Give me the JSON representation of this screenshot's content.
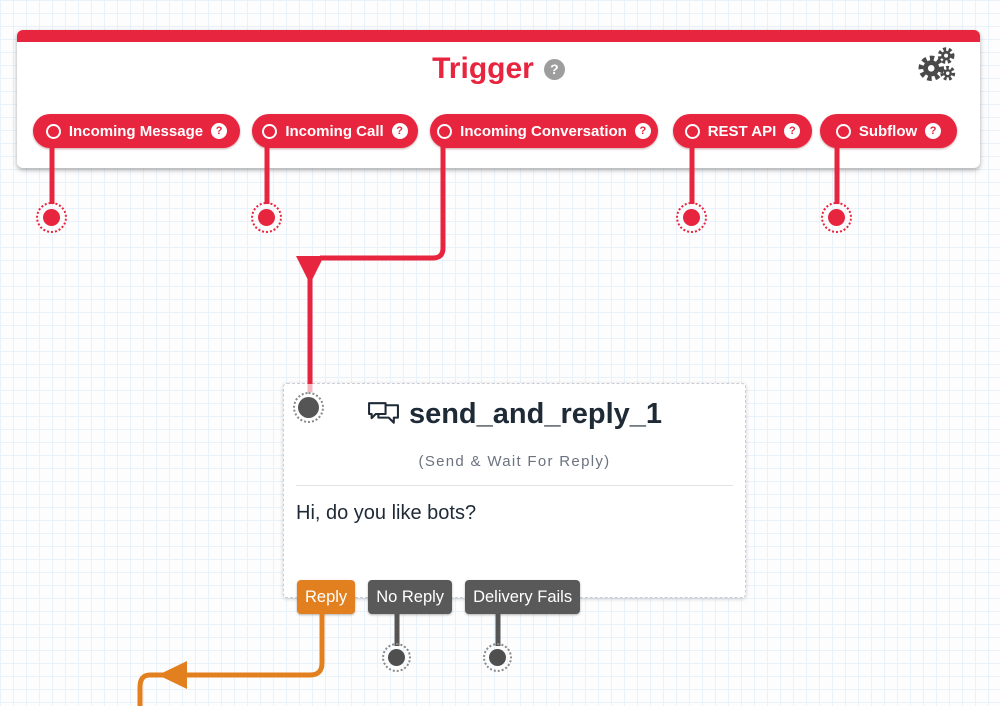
{
  "colors": {
    "red": "#e8253e",
    "orange": "#e2801f",
    "gray_button": "#595959",
    "dark_text": "#1f2a37",
    "muted_text": "#6b7280",
    "grid_line": "#e9f1fa",
    "help_badge_gray": "#9d9d9d",
    "gears_gray": "#4a4a4a"
  },
  "trigger": {
    "title": "Trigger",
    "help_icon": "question-circle",
    "settings_icon": "gears",
    "pills": [
      {
        "label": "Incoming Message",
        "help_icon": "question-circle"
      },
      {
        "label": "Incoming Call",
        "help_icon": "question-circle"
      },
      {
        "label": "Incoming Conversation",
        "help_icon": "question-circle"
      },
      {
        "label": "REST API",
        "help_icon": "question-circle"
      },
      {
        "label": "Subflow",
        "help_icon": "question-circle"
      }
    ]
  },
  "widget": {
    "icon": "chat-bubbles",
    "name": "send_and_reply_1",
    "type_label": "(Send & Wait For Reply)",
    "body": "Hi, do you like bots?",
    "buttons": [
      {
        "label": "Reply",
        "variant": "orange"
      },
      {
        "label": "No Reply",
        "variant": "gray"
      },
      {
        "label": "Delivery Fails",
        "variant": "gray"
      }
    ]
  },
  "glyphs": {
    "question_mark": "?"
  }
}
